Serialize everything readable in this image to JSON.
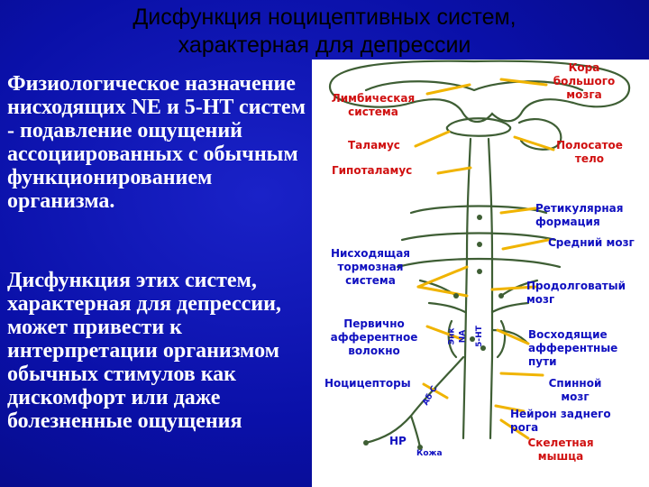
{
  "title": {
    "line1": "Дисфункция ноцицептивных систем,",
    "line2": "характерная для депрессии"
  },
  "paragraph1": "Физиологическое назначение нисходящих NE и 5-HT систем - подавление ощущений ассоциированных с обычным функционированием организма.",
  "paragraph2": "Дисфункция этих систем, характерная для депрессии, может привести к интерпретации организмом обычных стимулов как дискомфорт или даже болезненные ощущения",
  "diagram": {
    "labels": {
      "cortex": "Кора большого мозга",
      "limbic": "Лимбическая система",
      "thalamus": "Таламус",
      "striatum": "Полосатое тело",
      "hypothalamus": "Гипоталамус",
      "reticular": "Ретикулярная формация",
      "midbrain": "Средний мозг",
      "descending": "Нисходящая тормозная система",
      "medulla": "Продолговатый мозг",
      "afferent": "Первично афферентное волокно",
      "ascending": "Восходящие афферентные пути",
      "nociceptors": "Ноцицепторы",
      "spinal": "Спинной мозг",
      "dorsal_horn": "Нейрон заднего рога",
      "skeletal": "Скелетная мышца",
      "skin": "Кожа",
      "np": "НР",
      "ne": "NA",
      "ht": "5-HT",
      "enk": "Энк",
      "fibers": "Aδ C"
    },
    "colors": {
      "connector": "#f0b400",
      "tissue": "#3e5e34",
      "label_blue": "#1010c0",
      "label_red": "#d01010"
    }
  }
}
